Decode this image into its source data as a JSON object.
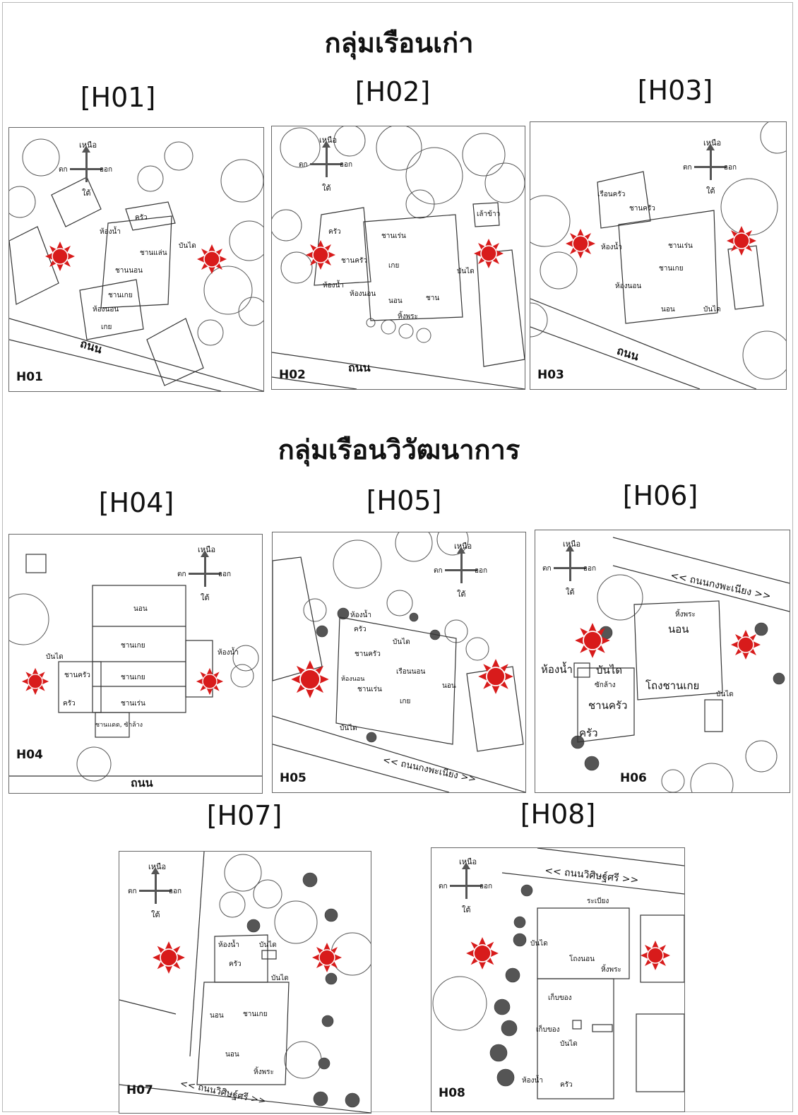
{
  "groups": {
    "old": "กลุ่มเรือนเก่า",
    "evolved": "กลุ่มเรือนวิวัฒนาการ"
  },
  "codes": {
    "h01": "[H01]",
    "h02": "[H02]",
    "h03": "[H03]",
    "h04": "[H04]",
    "h05": "[H05]",
    "h06": "[H06]",
    "h07": "[H07]",
    "h08": "[H08]"
  },
  "tags": {
    "h01": "H01",
    "h02": "H02",
    "h03": "H03",
    "h04": "H04",
    "h05": "H05",
    "h06": "H06",
    "h07": "H07",
    "h08": "H08"
  },
  "compass": {
    "north": "เหนือ",
    "south": "ใต้",
    "west": "ตก",
    "east": "ออก"
  },
  "roads": {
    "generic": "ถนน",
    "kongphaniang": "<< ถนนกงพะเนียง >>",
    "wisitsri": "<< ถนนวิศิษฐ์ศรี >>"
  },
  "rooms": {
    "h01": [
      "ครัว",
      "ห้องน้ำ",
      "ชานแล่น",
      "ชานนอน",
      "ชานเกย",
      "ห้องนอน",
      "เกย",
      "บันได"
    ],
    "h02": [
      "ครัว",
      "ชานเร่น",
      "ชานครัว",
      "เกย",
      "ห้องน้ำ",
      "ห้องนอน",
      "นอน",
      "ชาน",
      "บันได",
      "เล้าข้าว",
      "หิ้งพระ"
    ],
    "h03": [
      "เรือนครัว",
      "ชานครัว",
      "ห้องน้ำ",
      "ชานเร่น",
      "ชานเกย",
      "ห้องนอน",
      "นอน",
      "บันได"
    ],
    "h04": [
      "นอน",
      "ชานเกย",
      "ชานเกย",
      "ชานครัว",
      "ชานเร่น",
      "ครัว",
      "บันได",
      "ห้องน้ำ",
      "ชานแดด, ซักล้าง"
    ],
    "h05": [
      "ห้องน้ำ",
      "ครัว",
      "บันได",
      "ชานครัว",
      "เรือนนอน",
      "เกย",
      "ชานเร่น",
      "ห้องนอน",
      "นอน",
      "บันได"
    ],
    "h06": [
      "หิ้งพระ",
      "นอน",
      "โถงชานเกย",
      "ห้องน้ำ",
      "บันได",
      "ซักล้าง",
      "ชานครัว",
      "ครัว",
      "บันได"
    ],
    "h07": [
      "ห้องน้ำ",
      "บันได",
      "ครัว",
      "บันได",
      "นอน",
      "ชานเกย",
      "นอน",
      "หิ้งพระ"
    ],
    "h08": [
      "ระเบียง",
      "บันได",
      "โถงนอน",
      "หิ้งพระ",
      "เก็บของ",
      "เก็บของ",
      "บันได",
      "ห้องน้ำ",
      "ครัว"
    ]
  },
  "colors": {
    "sun": "#d81b1b",
    "line": "#333333",
    "tree": "#555555"
  }
}
